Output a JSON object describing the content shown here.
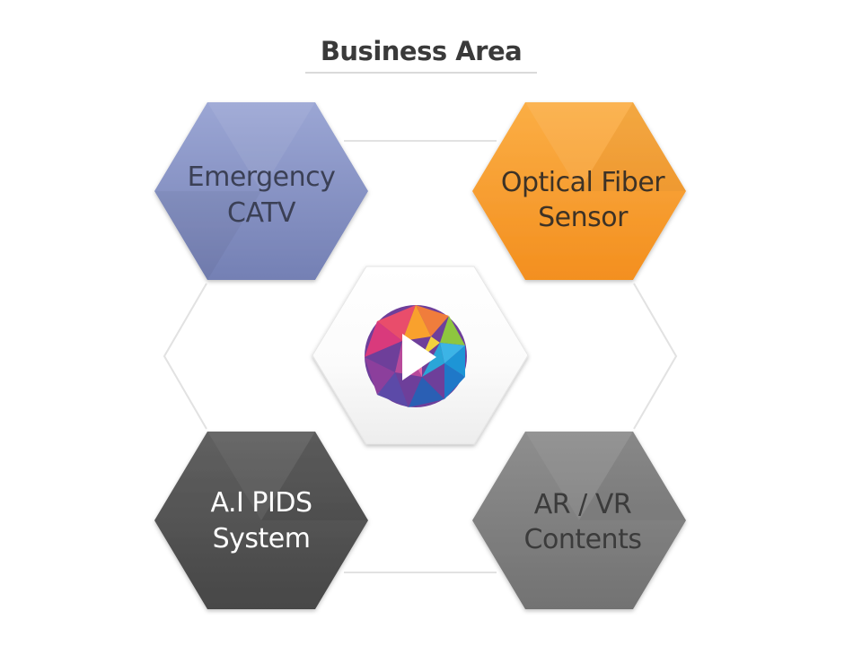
{
  "title": "Business Area",
  "center": {
    "icon": "play-sphere-logo-icon"
  },
  "areas": [
    {
      "line1": "Emergency",
      "line2": "CATV",
      "color": "#8a95c4",
      "text_color": "#3a3f55"
    },
    {
      "line1": "Optical Fiber",
      "line2": "Sensor",
      "color": "#f7a032",
      "text_color": "#3d3328"
    },
    {
      "line1": "A.I PIDS",
      "line2": "System",
      "color": "#555555",
      "text_color": "#ffffff"
    },
    {
      "line1": "AR / VR",
      "line2": "Contents",
      "color": "#848484",
      "text_color": "#3a3a3a"
    }
  ]
}
